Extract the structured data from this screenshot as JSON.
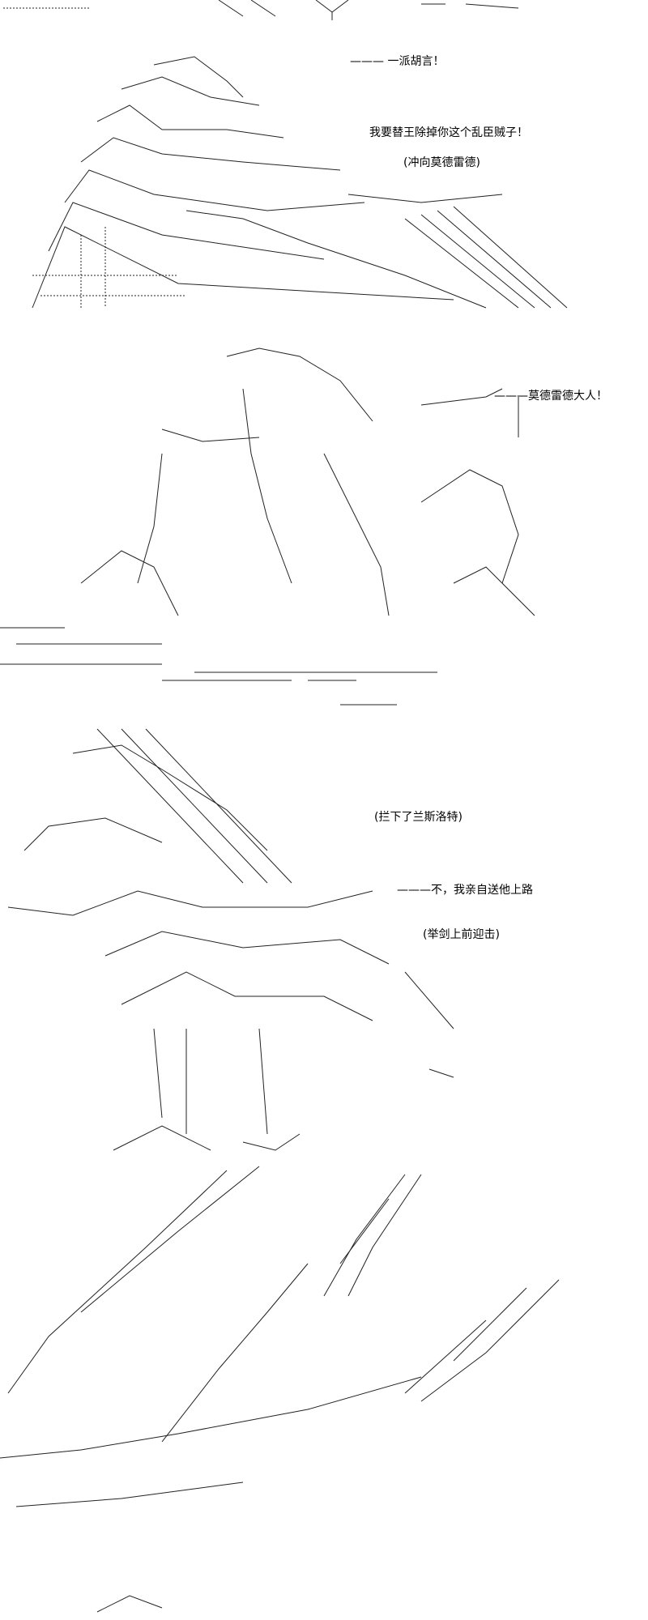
{
  "dialogue": [
    {
      "speaker_line": "———  一派胡言！"
    },
    {
      "speaker_line": "我要替王除掉你这个乱臣贼子！"
    },
    {
      "speaker_line": "(冲向莫德雷德)"
    },
    {
      "speaker_line": "———莫德雷德大人！"
    },
    {
      "speaker_line": "(拦下了兰斯洛特)"
    },
    {
      "speaker_line": "———不，我亲自送他上路"
    },
    {
      "speaker_line": "(举剑上前迎击)"
    }
  ]
}
